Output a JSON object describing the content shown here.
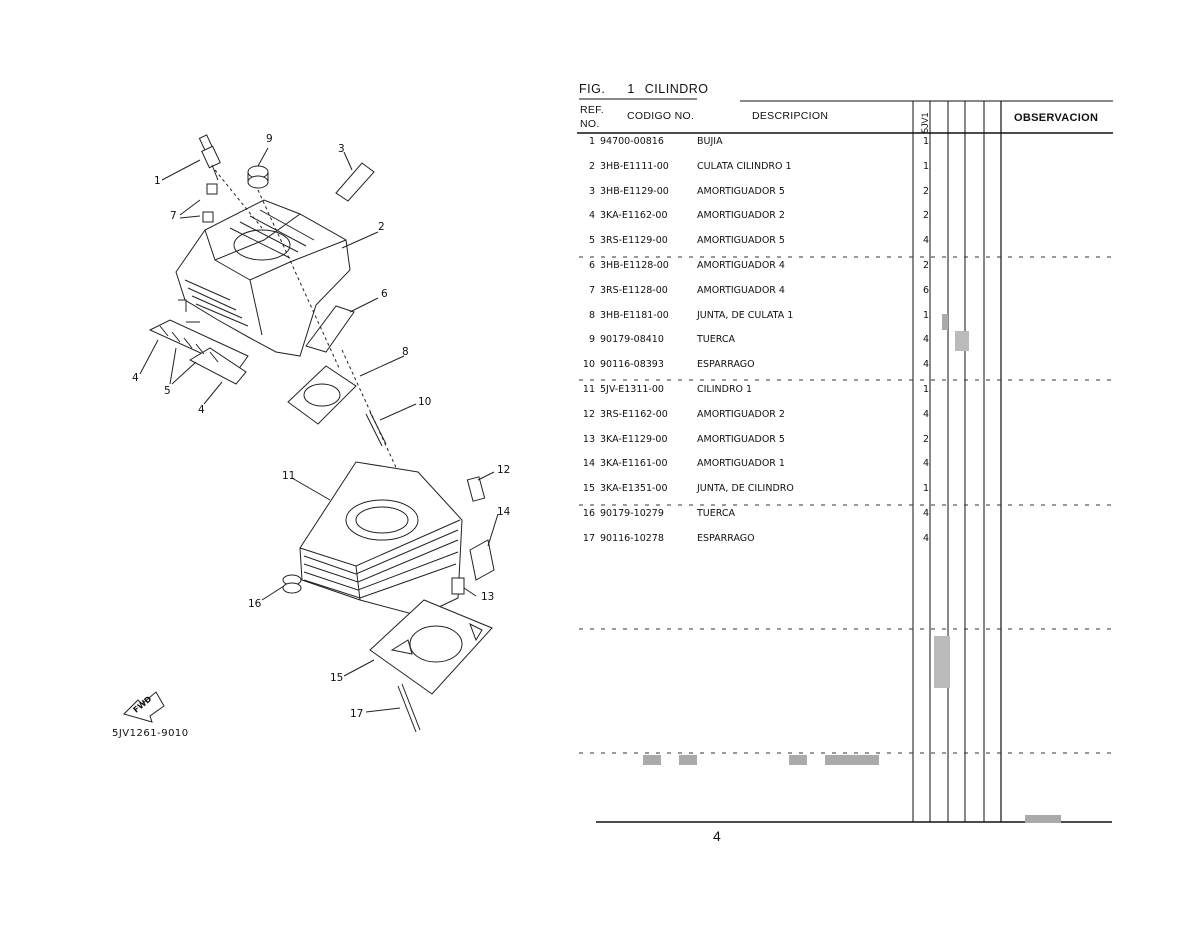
{
  "figure": {
    "label": "FIG.",
    "number": "1",
    "title": "CILINDRO"
  },
  "table_header": {
    "ref": "REF.",
    "no": "NO.",
    "codigo": "CODIGO NO.",
    "descripcion": "DESCRIPCION",
    "model": "5JV1",
    "observacion": "OBSERVACION"
  },
  "parts": [
    {
      "ref": "1",
      "code": "94700-00816",
      "desc": "BUJIA",
      "qty": "1"
    },
    {
      "ref": "2",
      "code": "3HB-E1111-00",
      "desc": "CULATA CILINDRO 1",
      "qty": "1"
    },
    {
      "ref": "3",
      "code": "3HB-E1129-00",
      "desc": "AMORTIGUADOR 5",
      "qty": "2"
    },
    {
      "ref": "4",
      "code": "3KA-E1162-00",
      "desc": "AMORTIGUADOR 2",
      "qty": "2"
    },
    {
      "ref": "5",
      "code": "3RS-E1129-00",
      "desc": "AMORTIGUADOR 5",
      "qty": "4"
    },
    {
      "ref": "6",
      "code": "3HB-E1128-00",
      "desc": "AMORTIGUADOR 4",
      "qty": "2"
    },
    {
      "ref": "7",
      "code": "3RS-E1128-00",
      "desc": "AMORTIGUADOR 4",
      "qty": "6"
    },
    {
      "ref": "8",
      "code": "3HB-E1181-00",
      "desc": "JUNTA, DE CULATA 1",
      "qty": "1"
    },
    {
      "ref": "9",
      "code": "90179-08410",
      "desc": "TUERCA",
      "qty": "4"
    },
    {
      "ref": "10",
      "code": "90116-08393",
      "desc": "ESPARRAGO",
      "qty": "4"
    },
    {
      "ref": "11",
      "code": "5JV-E1311-00",
      "desc": "CILINDRO 1",
      "qty": "1"
    },
    {
      "ref": "12",
      "code": "3RS-E1162-00",
      "desc": "AMORTIGUADOR 2",
      "qty": "4"
    },
    {
      "ref": "13",
      "code": "3KA-E1129-00",
      "desc": "AMORTIGUADOR 5",
      "qty": "2"
    },
    {
      "ref": "14",
      "code": "3KA-E1161-00",
      "desc": "AMORTIGUADOR 1",
      "qty": "4"
    },
    {
      "ref": "15",
      "code": "3KA-E1351-00",
      "desc": "JUNTA, DE CILINDRO",
      "qty": "1"
    },
    {
      "ref": "16",
      "code": "90179-10279",
      "desc": "TUERCA",
      "qty": "4"
    },
    {
      "ref": "17",
      "code": "90116-10278",
      "desc": "ESPARRAGO",
      "qty": "4"
    }
  ],
  "diagram": {
    "code": "5JV1261-9010",
    "fwd": "FWD",
    "callouts": [
      "1",
      "9",
      "3",
      "7",
      "2",
      "6",
      "4",
      "5",
      "4",
      "8",
      "10",
      "11",
      "12",
      "14",
      "16",
      "13",
      "15",
      "17"
    ]
  },
  "page_number": "4"
}
